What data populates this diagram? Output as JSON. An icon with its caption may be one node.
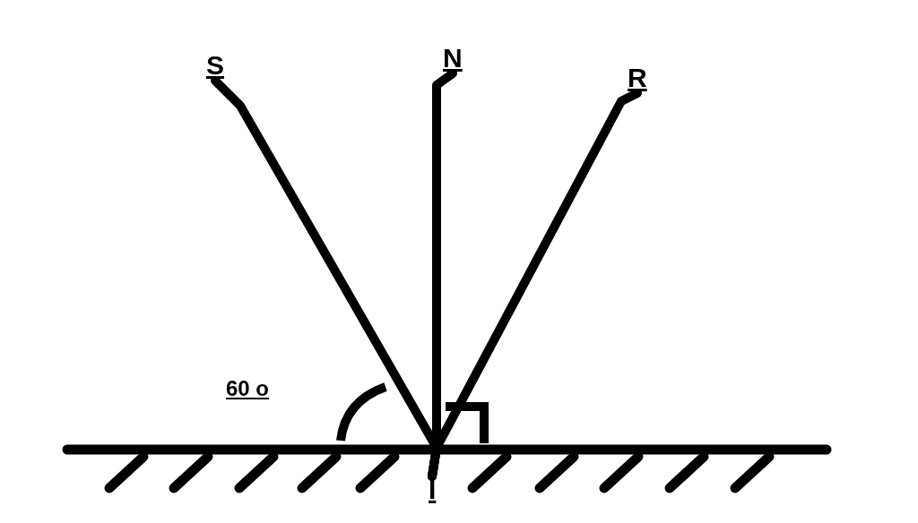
{
  "diagram": {
    "nodes": [
      {
        "text": [
          "S"
        ]
      },
      {
        "text": [
          "N"
        ]
      },
      {
        "text": [
          "R"
        ]
      },
      {
        "text": [
          "I"
        ]
      }
    ],
    "edges": [
      {
        "from": 0,
        "to": 3,
        "arrow": "none"
      },
      {
        "from": 1,
        "to": 3,
        "arrow": "none"
      },
      {
        "from": 2,
        "to": 3,
        "arrow": "none"
      }
    ],
    "labels": [
      "60 o"
    ]
  }
}
